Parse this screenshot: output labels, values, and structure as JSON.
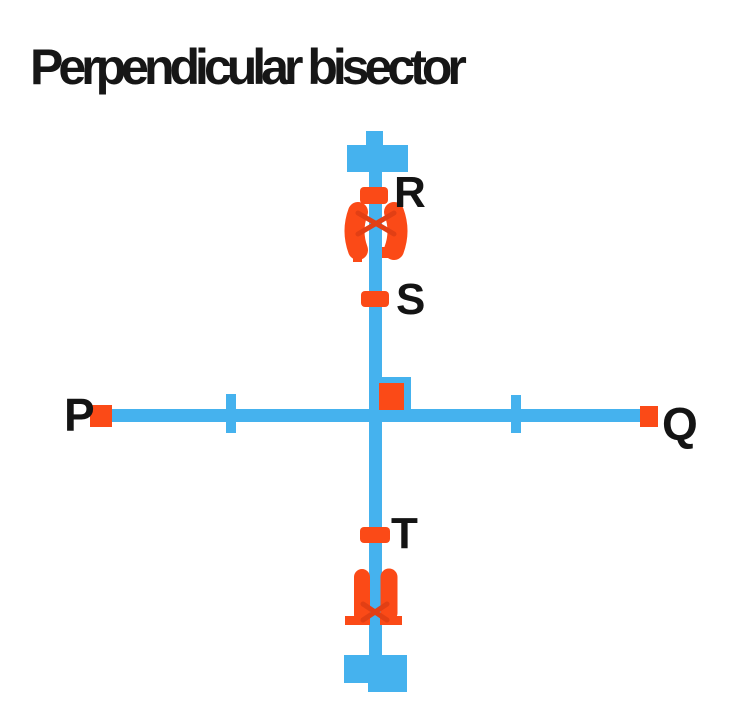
{
  "title": "Perpendicular bisector",
  "labels": {
    "p": "P",
    "q": "Q",
    "r": "R",
    "s": "S",
    "t": "T"
  },
  "colors": {
    "line": "#45b2ee",
    "marker": "#fb4a17",
    "cross": "#e23f14",
    "label": "#141414",
    "background": "#ffffff"
  },
  "diagram": {
    "type": "geometry-construction",
    "description_elements": {
      "segment": "PQ horizontal segment with square endpoints",
      "bisector": "vertical line with arrowheads through R, S, T",
      "midpoint": "orange square at intersection with blue right-angle marker",
      "equal_ticks": "one tick mark on each half of PQ",
      "arc_crossings": "orange compass arc marks crossing above and below PQ"
    }
  }
}
